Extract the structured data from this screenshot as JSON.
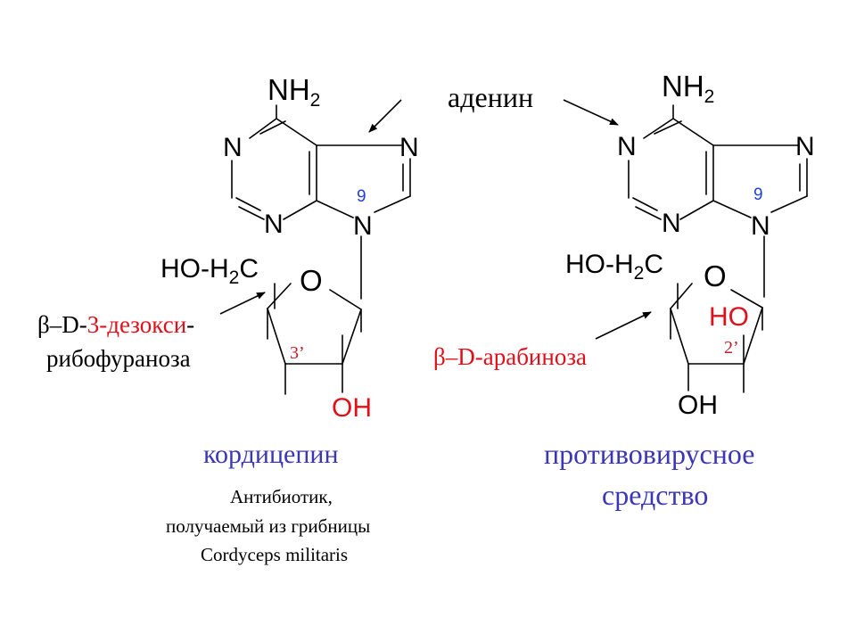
{
  "left": {
    "nh": "NH",
    "nh_sub": "2",
    "n1": "N",
    "n2": "N",
    "n3": "N",
    "n4": "N",
    "pos9": "9",
    "hoh": "HO-H",
    "hoh_sub": "2",
    "hoh_c": "C",
    "ring_o": "O",
    "prime": "3’",
    "oh": "OH",
    "sugar_greek": "β–D-",
    "sugar_red": "3-дезокси",
    "sugar_dash": "-",
    "sugar_line2": "рибофураноза",
    "name": "кордицепин",
    "desc": [
      "Антибиотик,",
      "получаемый из грибницы",
      "Cordyceps militaris"
    ]
  },
  "center": {
    "adenine": "аденин"
  },
  "right": {
    "nh": "NH",
    "nh_sub": "2",
    "n1": "N",
    "n2": "N",
    "n3": "N",
    "n4": "N",
    "pos9": "9",
    "hoh": "HO-H",
    "hoh_sub": "2",
    "hoh_c": "C",
    "ring_o": "O",
    "ho": "HO",
    "prime": "2’",
    "oh": "OH",
    "sugar_label": "β–D-арабиноза",
    "name": [
      "противовирусное",
      "средство"
    ]
  },
  "colors": {
    "red": "#e0101a",
    "blue": "#3a36b8",
    "digit_blue": "#1f3fd6"
  }
}
